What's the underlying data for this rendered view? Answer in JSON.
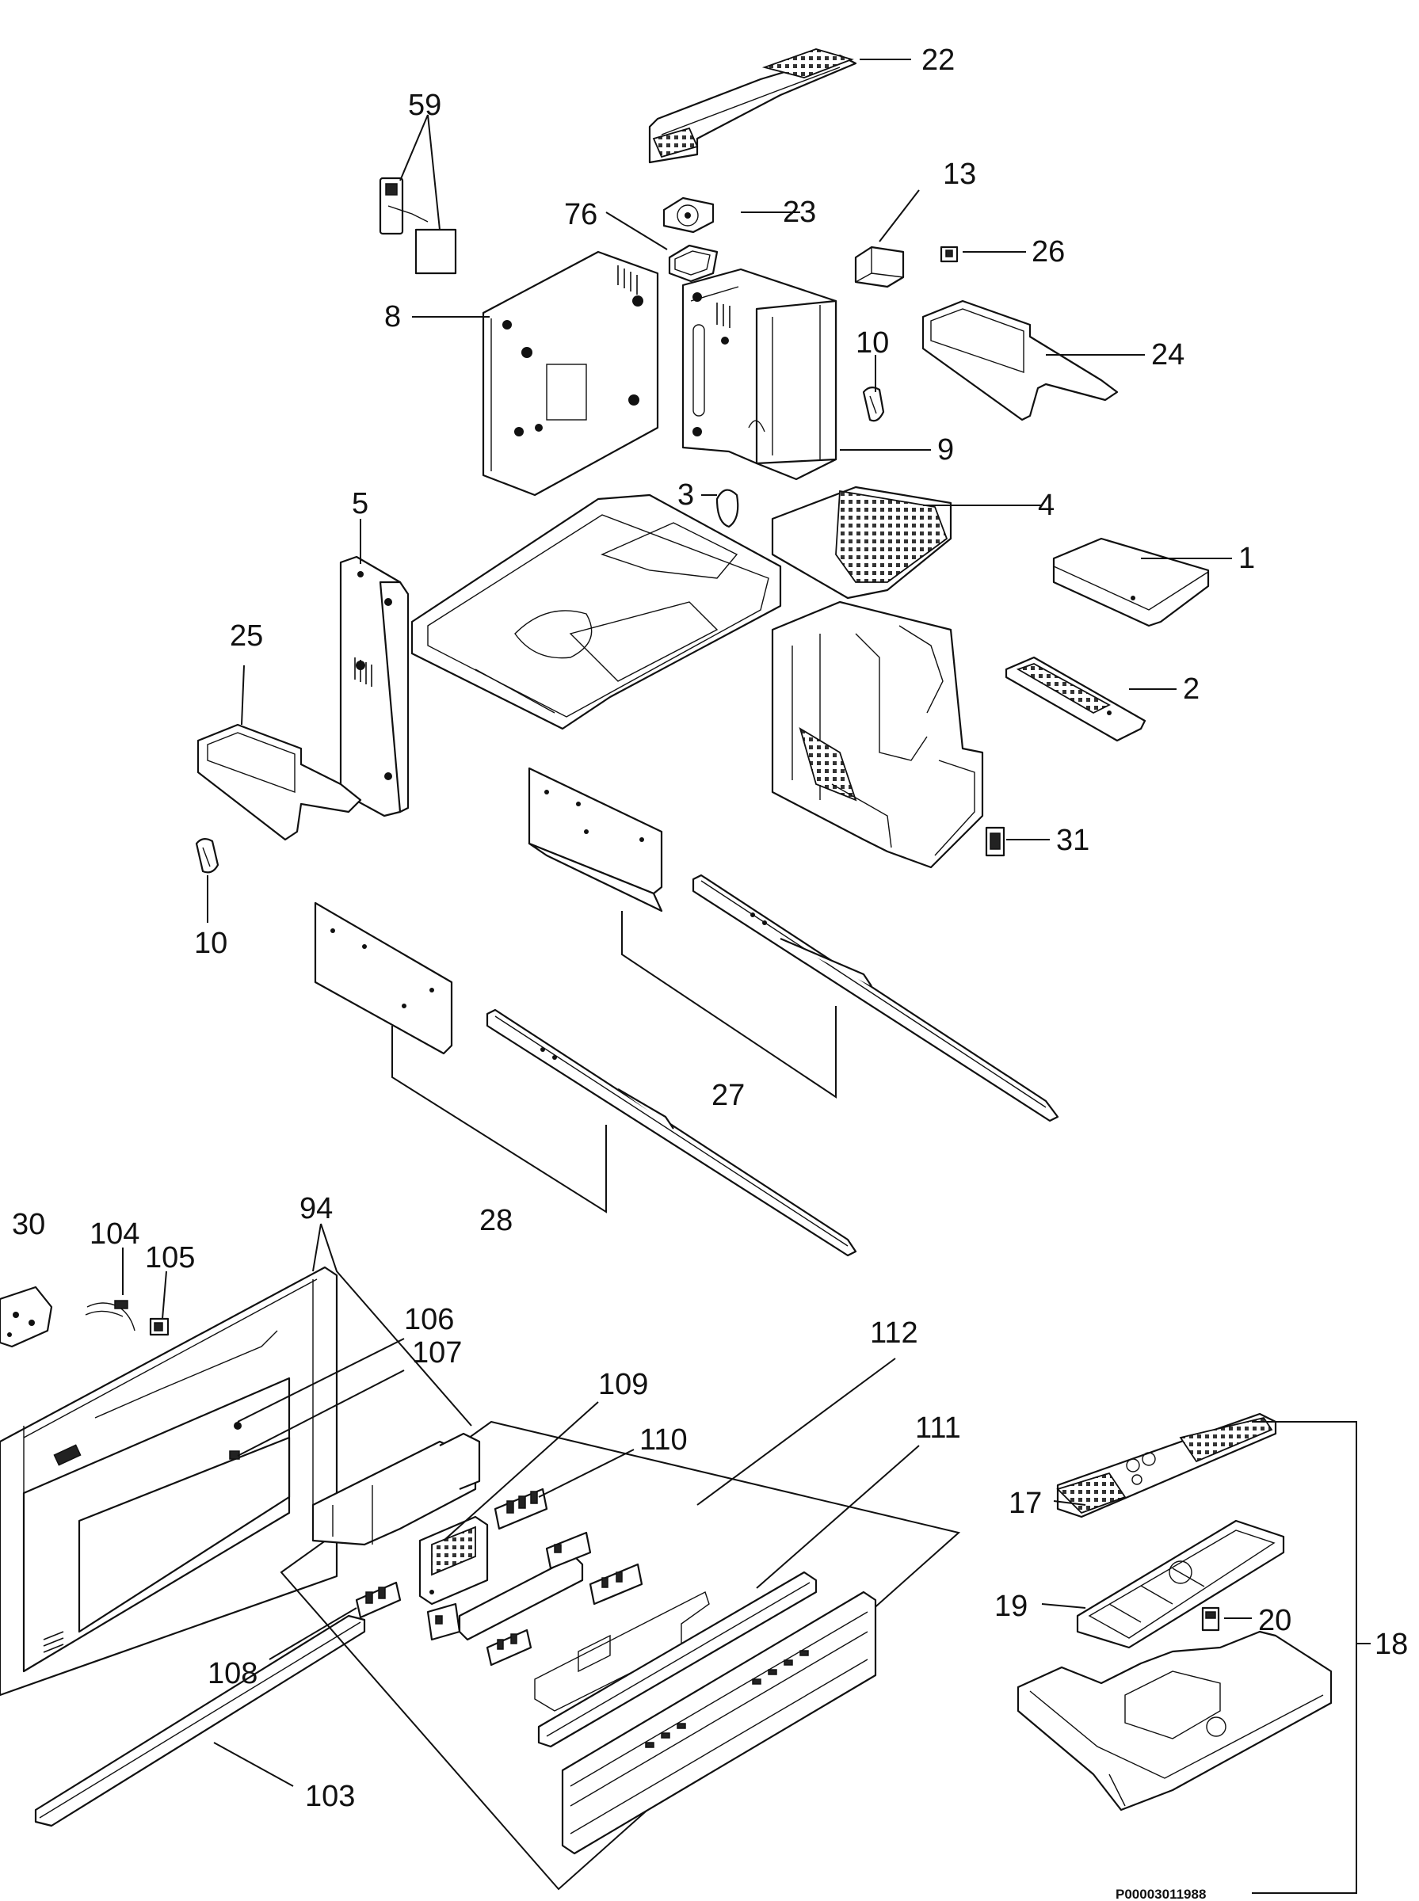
{
  "callouts": {
    "c22": "22",
    "c59": "59",
    "c13": "13",
    "c76": "76",
    "c23": "23",
    "c26": "26",
    "c8": "8",
    "c10a": "10",
    "c24": "24",
    "c9": "9",
    "c3": "3",
    "c4": "4",
    "c5": "5",
    "c1": "1",
    "c25": "25",
    "c2": "2",
    "c31": "31",
    "c10b": "10",
    "c27": "27",
    "c28": "28",
    "c30": "30",
    "c94": "94",
    "c104": "104",
    "c105": "105",
    "c106": "106",
    "c107": "107",
    "c112": "112",
    "c109": "109",
    "c110": "110",
    "c111": "111",
    "c17": "17",
    "c19": "19",
    "c20": "20",
    "c18": "18",
    "c108": "108",
    "c103": "103"
  },
  "document_code": "P00003011988"
}
